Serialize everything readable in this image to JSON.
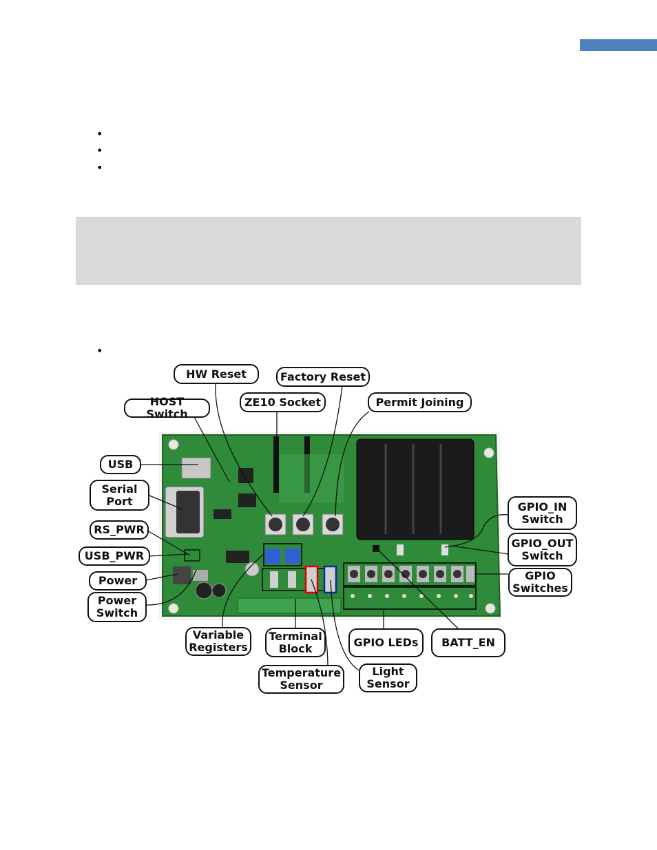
{
  "colors": {
    "accent_bar": "#4f81bd",
    "note_box": "#d9d9d9",
    "pcb_green": "#2f8b3a"
  },
  "labels": {
    "hw_reset": "HW Reset",
    "factory_reset": "Factory Reset",
    "ze10_socket": "ZE10 Socket",
    "permit_joining": "Permit Joining",
    "host_switch": "HOST Switch",
    "usb": "USB",
    "serial_port": "Serial\nPort",
    "rs_pwr": "RS_PWR",
    "usb_pwr": "USB_PWR",
    "power": "Power",
    "power_switch": "Power\nSwitch",
    "gpio_in_switch": "GPIO_IN\nSwitch",
    "gpio_out_switch": "GPIO_OUT\nSwitch",
    "gpio_switches": "GPIO\nSwitches",
    "variable_registers": "Variable\nRegisters",
    "terminal_block": "Terminal\nBlock",
    "gpio_leds": "GPIO LEDs",
    "batt_en": "BATT_EN",
    "temperature_sensor": "Temperature\nSensor",
    "light_sensor": "Light\nSensor"
  }
}
